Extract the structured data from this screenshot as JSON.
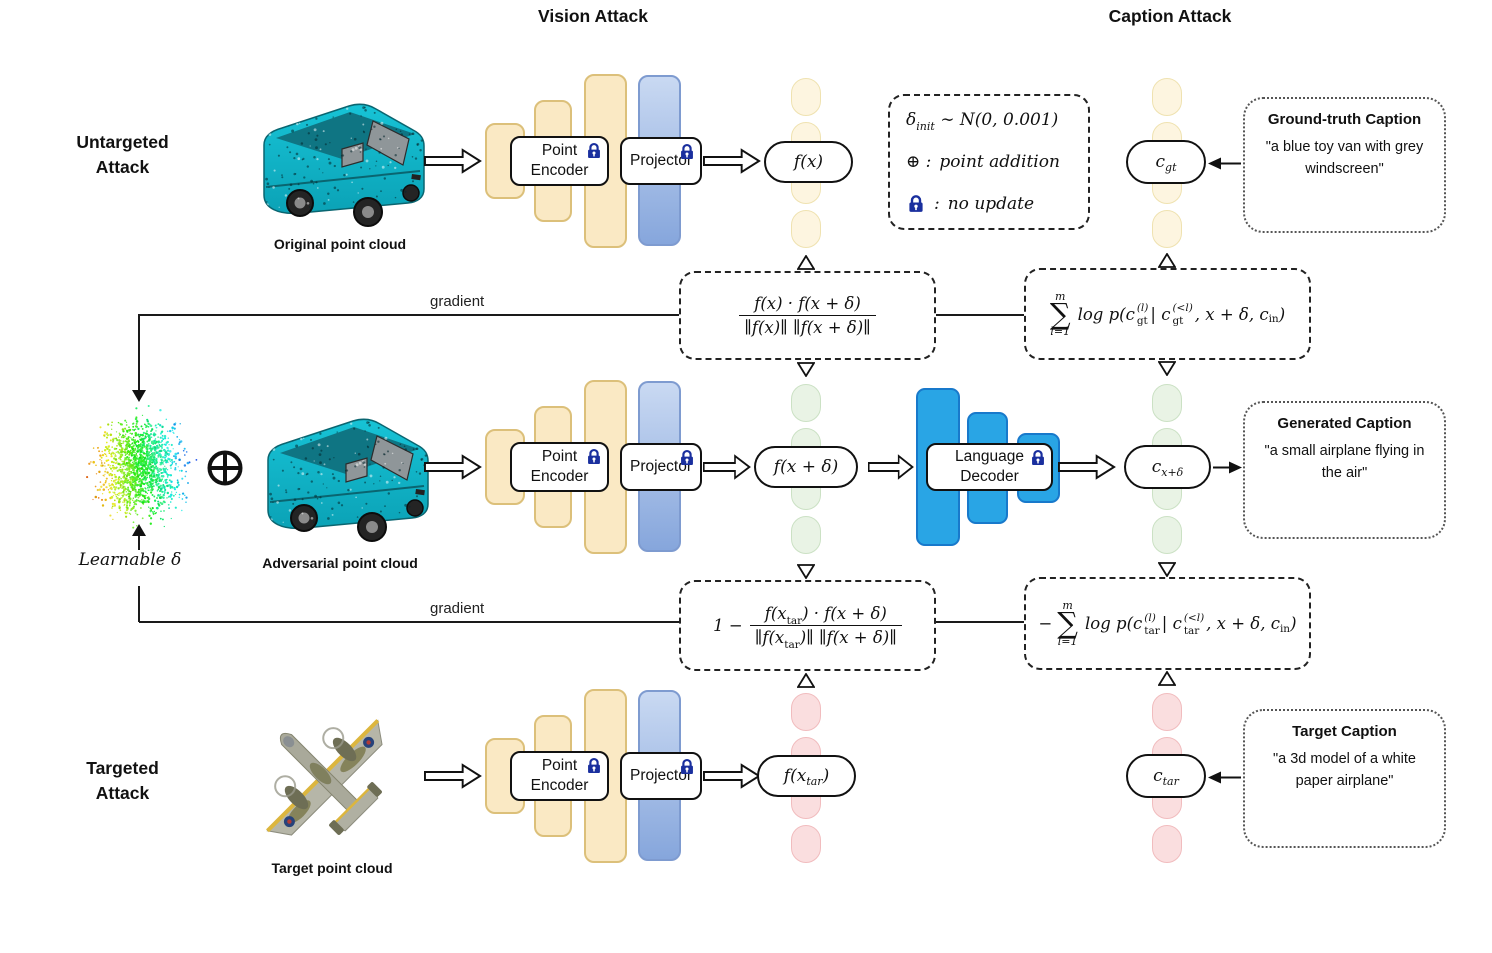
{
  "headers": {
    "vision": "Vision Attack",
    "caption": "Caption Attack"
  },
  "row_labels": {
    "untargeted": "Untargeted\nAttack",
    "targeted": "Targeted\nAttack"
  },
  "point_clouds": {
    "original_label": "Original point cloud",
    "adversarial_label": "Adversarial point cloud",
    "target_label": "Target point cloud",
    "learnable_delta_label": "Learnable  δ",
    "plus_symbol": "⊕"
  },
  "gradient_labels": {
    "top": "gradient",
    "bottom": "gradient"
  },
  "modules": {
    "point_encoder": "Point\nEncoder",
    "projector": "Projector",
    "language_decoder": "Language\nDecoder"
  },
  "features": {
    "f_x": "f(x)",
    "f_x_delta": "f(x + δ)",
    "f_x_tar": {
      "pre": "f(x",
      "sub": "tar",
      "post": ")"
    },
    "c_gt": {
      "base": "c",
      "sub": "gt"
    },
    "c_x_delta": {
      "base": "c",
      "sub": "x+δ"
    },
    "c_tar": {
      "base": "c",
      "sub": "tar"
    }
  },
  "legend": {
    "line1": {
      "delta": "δ",
      "sub": "init",
      "rest": " ∼ N(0, 0.001)"
    },
    "line2": {
      "symbol": "⊕ :",
      "text": "point  addition"
    },
    "line3": {
      "colon": ":",
      "text": "no update"
    }
  },
  "losses": {
    "vision_untargeted": {
      "num": "f(x) · f(x + δ)",
      "den": "∥f(x)∥ ∥f(x + δ)∥"
    },
    "caption_untargeted": {
      "sum_upper": "m",
      "sum_lower": "l=1",
      "body1": "log p(c",
      "sup1": "(l)",
      "sub1": "gt",
      "body2": " | c",
      "sup2": "(<l)",
      "sub2": "gt",
      "body3": ", x + δ, c",
      "sub3": "in",
      "body4": ")"
    },
    "vision_targeted": {
      "prefix": "1 −",
      "num_pre": "f(x",
      "num_sub": "tar",
      "num_post": ") · f(x + δ)",
      "den_pre": "∥f(x",
      "den_sub": "tar",
      "den_post": ")∥ ∥f(x + δ)∥"
    },
    "caption_targeted": {
      "prefix": "−",
      "sum_upper": "m",
      "sum_lower": "l=1",
      "body1": "log p(c",
      "sup1": "(l)",
      "sub1": "tar",
      "body2": " | c",
      "sup2": "(<l)",
      "sub2": "tar",
      "body3": ", x + δ, c",
      "sub3": "in",
      "body4": ")"
    }
  },
  "captions": {
    "ground_truth": {
      "title": "Ground-truth Caption",
      "text": "\"a blue toy van with grey windscreen\""
    },
    "generated": {
      "title": "Generated Caption",
      "text": "\"a small airplane flying in the air\""
    },
    "target": {
      "title": "Target Caption",
      "text": "\"a 3d model of a white paper airplane\""
    }
  },
  "colors": {
    "encoder_bar_fill": "#FAE9C4",
    "encoder_bar_border": "#DCC07A",
    "projector_bar_top": "#C9D9F2",
    "projector_bar_bottom": "#86A6DC",
    "projector_bar_border": "#7E9BD0",
    "decoder_bar_fill": "#29A5E5",
    "decoder_bar_border": "#1879CB",
    "feature_yellow_fill": "#FDF5E0",
    "feature_yellow_border": "#EFE2B0",
    "feature_green_fill": "#E9F3E5",
    "feature_green_border": "#CBE1C4",
    "feature_pink_fill": "#FADEDF",
    "feature_pink_border": "#F1BCBE",
    "lock": "#1A2F9E",
    "van_teal": "#12B1C4",
    "line": "#1A1A1A"
  }
}
